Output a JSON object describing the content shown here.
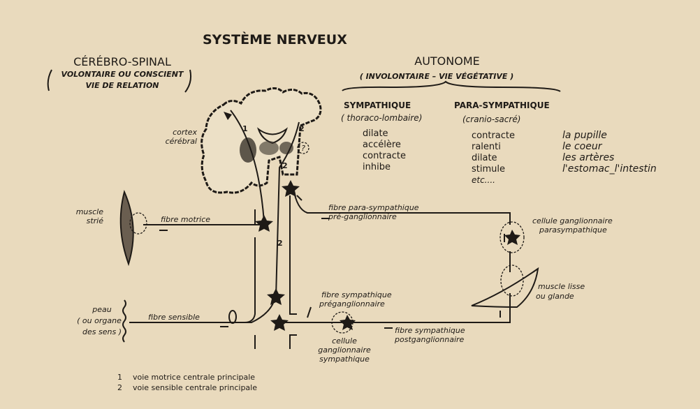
{
  "title": "SYSTÈME NERVEUX",
  "cerebro_spinal": {
    "heading": "CÉRÉBRO-SPINAL",
    "line1": "VOLONTAIRE OU CONSCIENT",
    "line2": "VIE DE RELATION"
  },
  "autonome": {
    "heading": "AUTONOME",
    "subtitle": "( INVOLONTAIRE – VIE VÉGÉTATIVE )"
  },
  "sympathique": {
    "heading": "SYMPATHIQUE",
    "sub": "( thoraco-lombaire)",
    "items": [
      "dilate",
      "accélère",
      "contracte",
      "inhibe"
    ]
  },
  "parasympathique": {
    "heading": "PARA-SYMPATHIQUE",
    "sub": "(cranio-sacré)",
    "items": [
      "contracte",
      "ralenti",
      "dilate",
      "stimule",
      "etc...."
    ]
  },
  "organs": [
    "la pupille",
    "le coeur",
    "les artères",
    "l'estomac_l'intestin"
  ],
  "labels": {
    "cortex1": "cortex",
    "cortex2": "cérébral",
    "muscle_strie1": "muscle",
    "muscle_strie2": "strié",
    "fibre_motrice": "fibre motrice",
    "fibre_para1": "fibre para-sympathique",
    "fibre_para2": "pré-ganglionnaire",
    "cell_para1": "cellule ganglionnaire",
    "cell_para2": "parasympathique",
    "muscle_lisse1": "muscle lisse",
    "muscle_lisse2": "ou glande",
    "peau1": "peau",
    "peau2": "( ou organe",
    "peau3": "des sens )",
    "fibre_sensible": "fibre sensible",
    "fibre_symp_pre1": "fibre sympathique",
    "fibre_symp_pre2": "préganglionnaire",
    "cell_symp1": "cellule",
    "cell_symp2": "ganglionnaire",
    "cell_symp3": "sympathique",
    "fibre_symp_post1": "fibre sympathique",
    "fibre_symp_post2": "postganglionnaire",
    "num1": "1",
    "num2": "2",
    "q": "?"
  },
  "legend": [
    {
      "num": "1",
      "text": "voie motrice centrale principale"
    },
    {
      "num": "2",
      "text": "voie sensible centrale principale"
    }
  ]
}
